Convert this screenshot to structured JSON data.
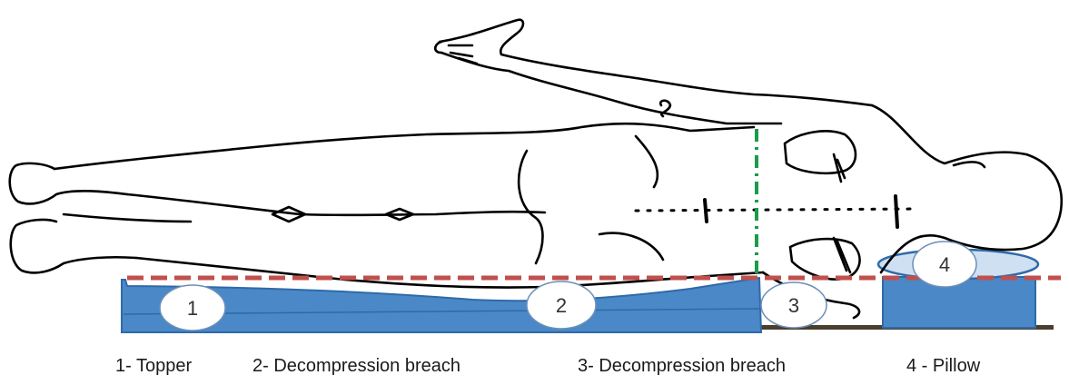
{
  "badges": [
    "1",
    "2",
    "3",
    "4"
  ],
  "legend": [
    "1- Topper",
    "2- Decompression breach",
    "3- Decompression breach",
    "4 - Pillow"
  ],
  "colors": {
    "support": "#4a88c8",
    "support_edge": "#2f6aa8",
    "reference_line": "#c0504d",
    "spine_line": "#1a9c4a",
    "pillow_disc": "#cfe0f2",
    "badge_fill": "#ffffff",
    "outline": "#000000"
  }
}
